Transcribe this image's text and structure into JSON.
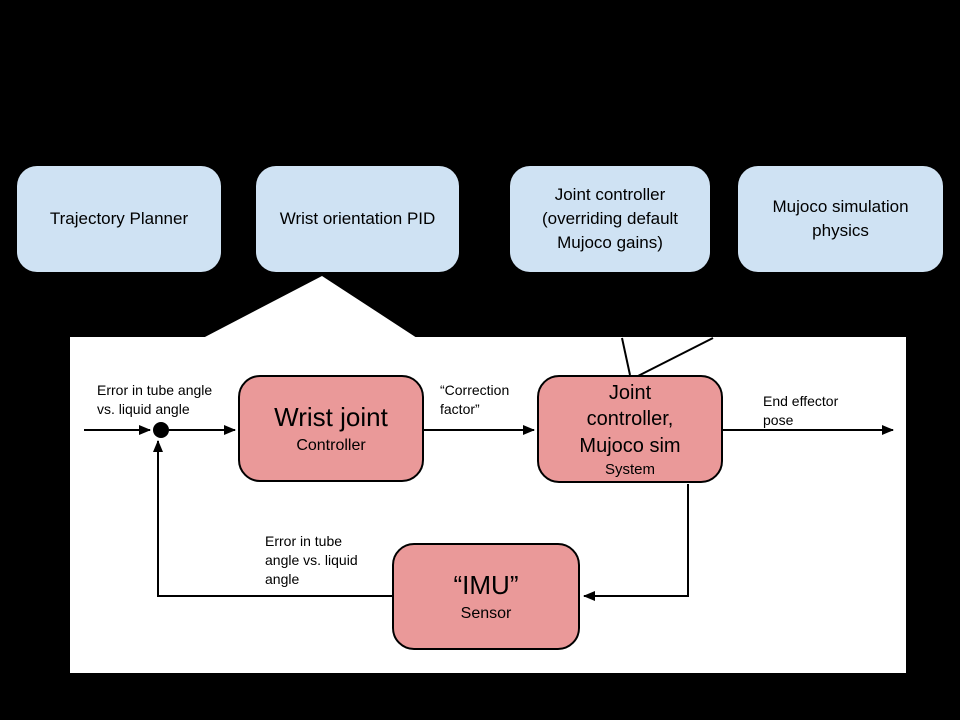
{
  "top_row": {
    "boxes": [
      {
        "label": "Trajectory Planner"
      },
      {
        "label": "Wrist orientation PID"
      },
      {
        "label": "Joint controller (overriding default Mujoco gains)"
      },
      {
        "label": "Mujoco simulation physics"
      }
    ]
  },
  "diagram": {
    "blocks": {
      "wrist": {
        "title": "Wrist joint",
        "subtitle": "Controller"
      },
      "joint": {
        "title_lines": [
          "Joint",
          "controller,",
          "Mujoco sim"
        ],
        "subtitle": "System"
      },
      "imu": {
        "title": "“IMU”",
        "subtitle": "Sensor"
      }
    },
    "labels": {
      "input_error": {
        "lines": [
          "Error in tube angle",
          "vs. liquid angle"
        ]
      },
      "correction": {
        "lines": [
          "“Correction",
          "factor”"
        ]
      },
      "end_effector": {
        "lines": [
          "End effector",
          "pose"
        ]
      },
      "feedback_error": {
        "lines": [
          "Error in tube",
          "angle vs. liquid",
          "angle"
        ]
      }
    }
  },
  "colors": {
    "background": "#000000",
    "panel": "#ffffff",
    "top_box_fill": "#cfe2f3",
    "block_fill": "#ea9999",
    "stroke": "#000000"
  }
}
